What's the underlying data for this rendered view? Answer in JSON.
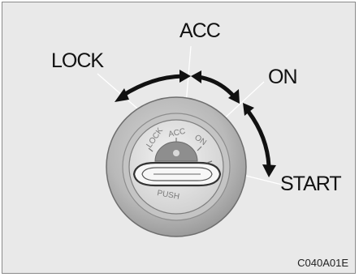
{
  "positions": {
    "lock": "LOCK",
    "acc": "ACC",
    "on": "ON",
    "start": "START"
  },
  "cylinder_engraving": {
    "lock": "LOCK",
    "acc": "ACC",
    "on": "ON",
    "push": "PUSH"
  },
  "figure_code": "C040A01E",
  "colors": {
    "background": "#e9e9e9",
    "arrow": "#111111",
    "bezel": "#b8b8b8"
  }
}
